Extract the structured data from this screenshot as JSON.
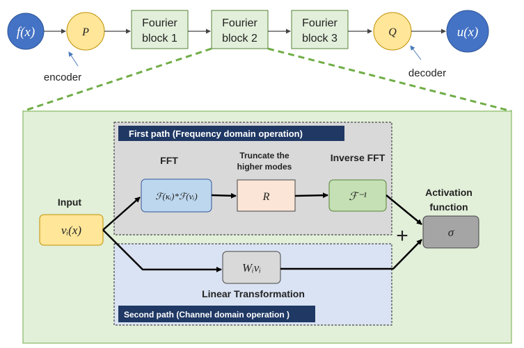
{
  "top_row": {
    "input_node": "f(x)",
    "encoder_node": "P",
    "fourier_blocks": [
      {
        "line1": "Fourier",
        "line2": "block 1"
      },
      {
        "line1": "Fourier",
        "line2": "block 2"
      },
      {
        "line1": "Fourier",
        "line2": "block 3"
      }
    ],
    "decoder_node": "Q",
    "output_node": "u(x)",
    "encoder_label": "encoder",
    "decoder_label": "decoder"
  },
  "detail": {
    "first_path_title": "First path (Frequency domain operation)",
    "second_path_title": "Second path (Channel domain operation )",
    "input_label": "Input",
    "input_node": "vᵢ(x)",
    "fft_label": "FFT",
    "fft_node": "ℱ(κᵢ)*ℱ(vᵢ)",
    "truncate_label_line1": "Truncate the",
    "truncate_label_line2": "higher modes",
    "r_node": "R",
    "ifft_label": "Inverse FFT",
    "ifft_node": "ℱ⁻¹",
    "linear_node": "Wᵢvᵢ",
    "linear_label": "Linear Transformation",
    "plus_sign": "+",
    "activation_label_line1": "Activation",
    "activation_label_line2": "function",
    "activation_node": "σ"
  },
  "colors": {
    "node_blue": "#4472c4",
    "node_yellow": "#ffe699",
    "block_green": "#e2efda",
    "outer_green": "#e2efd9",
    "dash_green": "#70ad47",
    "gray_panel": "#d9d9d9",
    "blue_panel": "#dae3f3",
    "title_navy": "#1f3864"
  }
}
